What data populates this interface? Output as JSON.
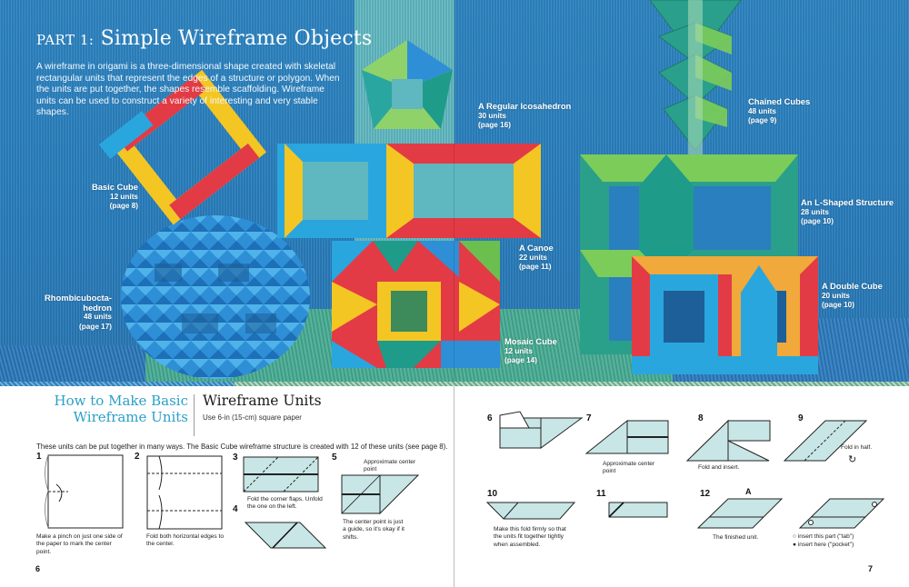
{
  "spread": {
    "part_label": "PART 1:",
    "part_title": "Simple Wireframe Objects",
    "intro": "A wireframe in origami is a three-dimensional shape created with skeletal rectangular units that represent the edges of a structure or polygon. When the units are put together, the shapes resemble scaffolding. Wireframe units can be used to construct a variety of interesting and very stable shapes.",
    "models": [
      {
        "name": "Basic Cube",
        "units": "12 units",
        "page": "(page 8)"
      },
      {
        "name": "Rhombicubocta-",
        "name2": "hedron",
        "units": "48 units",
        "page": "(page 17)"
      },
      {
        "name": "A Regular Icosahedron",
        "units": "30 units",
        "page": "(page 16)"
      },
      {
        "name": "A Canoe",
        "units": "22 units",
        "page": "(page 11)"
      },
      {
        "name": "Mosaic Cube",
        "units": "12 units",
        "page": "(page 14)"
      },
      {
        "name": "Chained Cubes",
        "units": "48 units",
        "page": "(page 9)"
      },
      {
        "name": "An L-Shaped Structure",
        "units": "28 units",
        "page": "(page 10)"
      },
      {
        "name": "A Double Cube",
        "units": "20 units",
        "page": "(page 10)"
      }
    ]
  },
  "left_page": {
    "heading_line1": "How to Make Basic",
    "heading_line2": "Wireframe Units",
    "title": "Wireframe Units",
    "subtitle": "Use 6-in (15-cm) square paper",
    "lead": "These units can be put together in many ways. The Basic Cube wireframe structure is created with 12 of these units (see page 8).",
    "steps": [
      {
        "num": "1",
        "caption": "Make a pinch on just one side of the paper to mark the center point."
      },
      {
        "num": "2",
        "caption": "Fold both horizontal edges to the center."
      },
      {
        "num": "3",
        "caption": "Fold the corner flaps. Unfold the one on the left."
      },
      {
        "num": "4",
        "caption": ""
      },
      {
        "num": "5",
        "label": "Approximate center point",
        "caption": "The center point is just a guide, so it's okay if it shifts."
      }
    ],
    "folio": "6"
  },
  "right_page": {
    "steps": [
      {
        "num": "6",
        "caption": ""
      },
      {
        "num": "7",
        "label": "Approximate center point"
      },
      {
        "num": "8",
        "caption": "Fold and insert."
      },
      {
        "num": "9",
        "caption": "Fold in half."
      },
      {
        "num": "10",
        "caption": "Make this fold firmly so that the units fit together tightly when assembled."
      },
      {
        "num": "11",
        "caption": ""
      },
      {
        "num": "12",
        "marker": "A",
        "caption": "The finished unit."
      }
    ],
    "legend": {
      "tab": "○ insert this part (\"tab\")",
      "pocket": "● insert here (\"pocket\")"
    },
    "folio": "7"
  },
  "colors": {
    "wall_blue": "#2f86c4",
    "teal_wall": "#5fb7c0",
    "heading_blue": "#2a9fc8",
    "paper_fill": "#c9e6e6",
    "red": "#e23b45",
    "yellow": "#f3c623",
    "sky": "#2aa6de",
    "green": "#6cbf4f",
    "teal": "#1f9b8a"
  }
}
